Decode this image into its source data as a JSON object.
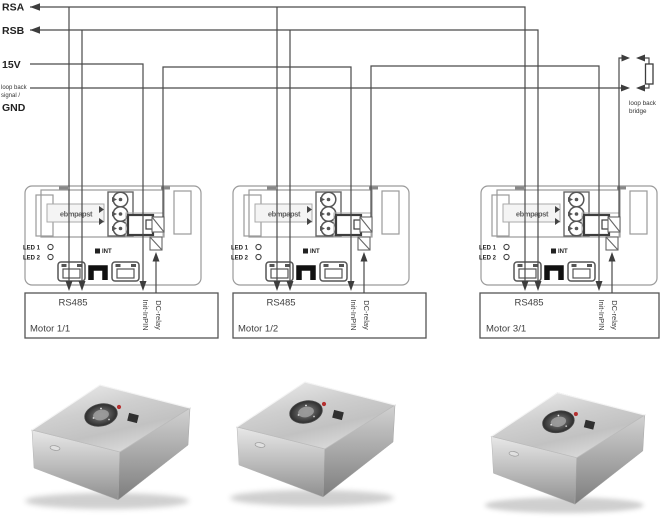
{
  "diagram": {
    "bus_labels": {
      "rsa": "RSA",
      "rsb": "RSB",
      "v15": "15V",
      "loopback1": "loop back",
      "loopback2": "signal /",
      "gnd": "GND"
    },
    "bridge_label": {
      "line1": "loop back",
      "line2": "bridge"
    },
    "controllers": [
      {
        "brand": "ebmpapst",
        "led1": "LED 1",
        "led2": "LED 2",
        "int": "INT",
        "bus": "RS485",
        "init": "Init-InPIN",
        "relay": "DC-relay",
        "motor": "Motor 1/1"
      },
      {
        "brand": "ebmpapst",
        "led1": "LED 1",
        "led2": "LED 2",
        "int": "INT",
        "bus": "RS485",
        "init": "Init-InPIN",
        "relay": "DC-relay",
        "motor": "Motor 1/2"
      },
      {
        "brand": "ebmpapst",
        "led1": "LED 1",
        "led2": "LED 2",
        "int": "INT",
        "bus": "RS485",
        "init": "Init-InPIN",
        "relay": "DC-relay",
        "motor": "Motor 3/1"
      }
    ],
    "colors": {
      "wire": "#4a4a4a",
      "outline": "#9a9a9a",
      "accent_red": "#b53030"
    }
  }
}
